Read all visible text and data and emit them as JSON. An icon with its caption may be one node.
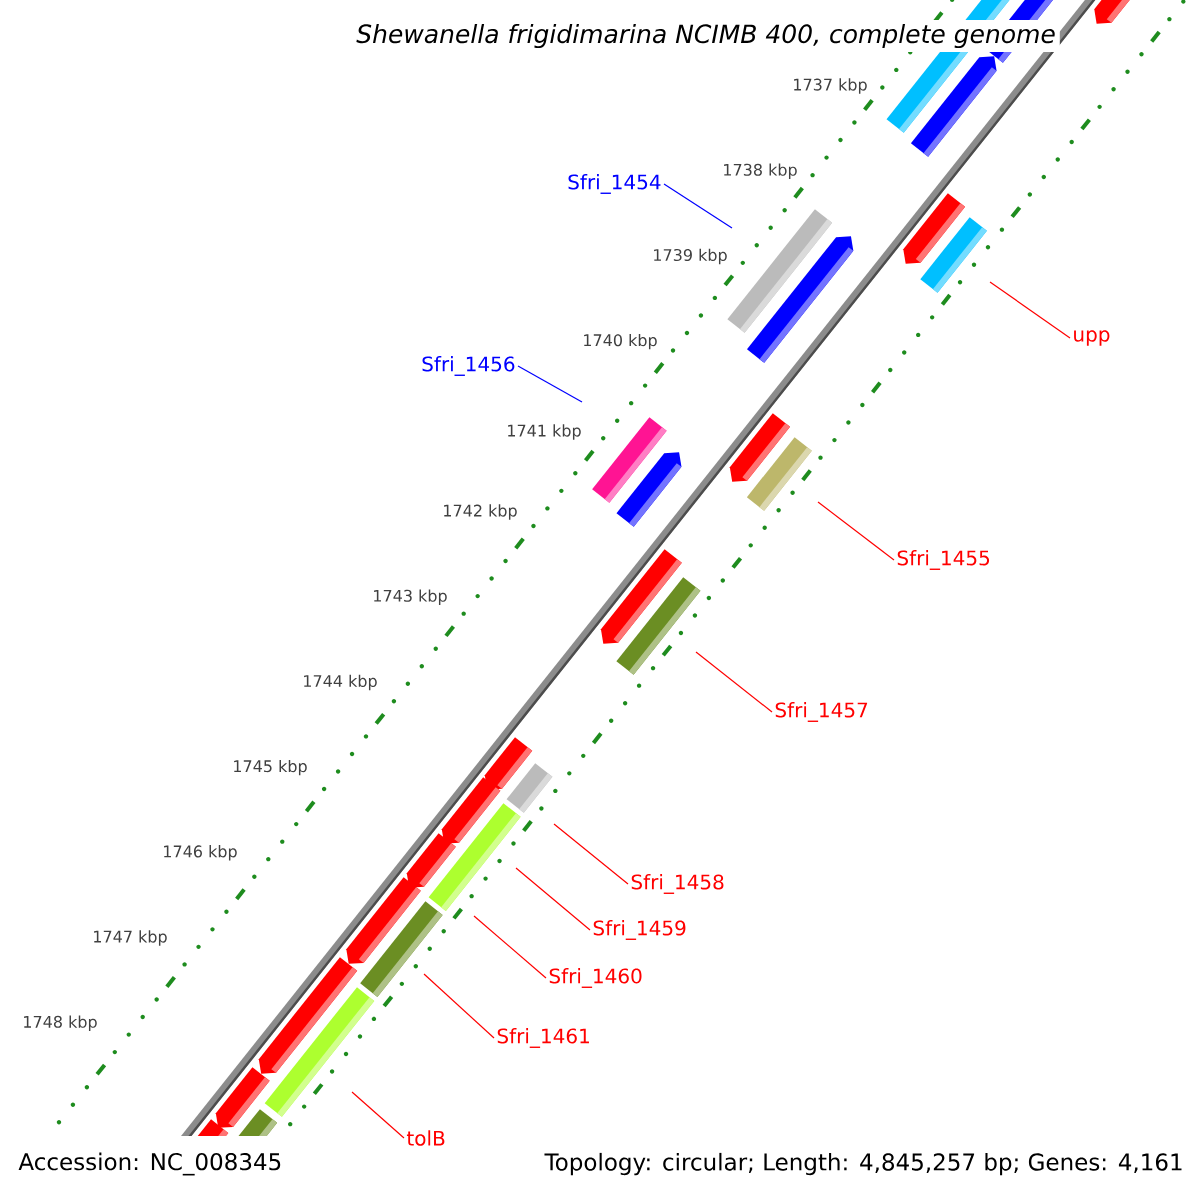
{
  "diagram": {
    "title": "Shewanella frigidimarina NCIMB 400, complete genome",
    "nodes": [
      {
        "text": [
          "Sfri_1454"
        ]
      },
      {
        "text": [
          "Sfri_1456"
        ]
      },
      {
        "text": [
          "upp"
        ]
      },
      {
        "text": [
          "Sfri_1455"
        ]
      },
      {
        "text": [
          "Sfri_1457"
        ]
      },
      {
        "text": [
          "Sfri_1458"
        ]
      },
      {
        "text": [
          "Sfri_1459"
        ]
      },
      {
        "text": [
          "Sfri_1460"
        ]
      },
      {
        "text": [
          "Sfri_1461"
        ]
      },
      {
        "text": [
          "tolB"
        ]
      }
    ],
    "edges": [
      {
        "from": 0,
        "to": null,
        "arrow": "none",
        "color": "#0000ff"
      },
      {
        "from": 1,
        "to": null,
        "arrow": "none",
        "color": "#0000ff"
      },
      {
        "from": 2,
        "to": null,
        "arrow": "none"
      },
      {
        "from": 3,
        "to": null,
        "arrow": "none"
      },
      {
        "from": 4,
        "to": null,
        "arrow": "none"
      },
      {
        "from": 5,
        "to": null,
        "arrow": "none"
      },
      {
        "from": 6,
        "to": null,
        "arrow": "none"
      },
      {
        "from": 7,
        "to": null,
        "arrow": "none"
      },
      {
        "from": 8,
        "to": null,
        "arrow": "none"
      },
      {
        "from": 9,
        "to": null,
        "arrow": "none"
      }
    ],
    "labels": [
      "1737 kbp",
      "1738 kbp",
      "1739 kbp",
      "1740 kbp",
      "1741 kbp",
      "1742 kbp",
      "1743 kbp",
      "1744 kbp",
      "1745 kbp",
      "1746 kbp",
      "1747 kbp",
      "1748 kbp",
      "Accession: NC_008345",
      "Topology: circular; Length: 4,845,257 bp; Genes: 4,161"
    ]
  }
}
